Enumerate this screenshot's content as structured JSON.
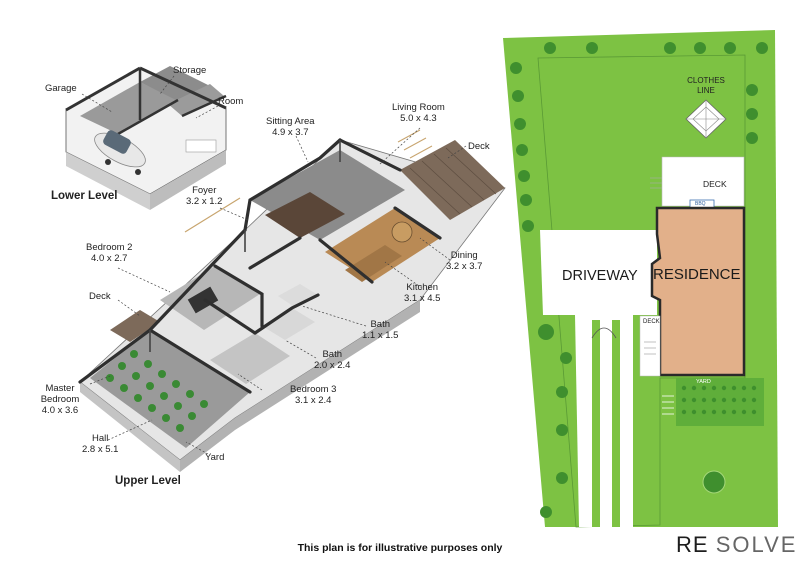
{
  "levels": {
    "lower": "Lower Level",
    "upper": "Upper Level"
  },
  "rooms": {
    "garage": "Garage",
    "storage": "Storage",
    "room": "Room",
    "sitting": {
      "name": "Sitting Area",
      "size": "4.9 x 3.7"
    },
    "living": {
      "name": "Living Room",
      "size": "5.0 x 4.3"
    },
    "deck_top": "Deck",
    "foyer": {
      "name": "Foyer",
      "size": "3.2 x 1.2"
    },
    "bedroom2": {
      "name": "Bedroom 2",
      "size": "4.0 x 2.7"
    },
    "dining": {
      "name": "Dining",
      "size": "3.2 x 3.7"
    },
    "kitchen": {
      "name": "Kitchen",
      "size": "3.1 x 4.5"
    },
    "deck_left": "Deck",
    "bath1": {
      "name": "Bath",
      "size": "1.1 x 1.5"
    },
    "bath2": {
      "name": "Bath",
      "size": "2.0 x 2.4"
    },
    "master": {
      "name": "Master Bedroom",
      "size": "4.0 x 3.6"
    },
    "bedroom3": {
      "name": "Bedroom 3",
      "size": "3.1 x 2.4"
    },
    "hall": {
      "name": "Hall",
      "size": "2.8 x 5.1"
    },
    "yard": "Yard"
  },
  "siteplan": {
    "clothes_line": "CLOTHES LINE",
    "deck": "DECK",
    "bbq": "BBQ",
    "driveway": "DRIVEWAY",
    "residence": "RESIDENCE",
    "deck_small": "DECK",
    "yard": "YARD"
  },
  "colors": {
    "lawn": "#7dc243",
    "tree": "#3f8f2e",
    "residence": "#e2b08a",
    "paving": "#ffffff",
    "floor": "#8a8a8a",
    "wall": "#3a3a3a"
  },
  "footer": {
    "disclaimer": "This plan is for illustrative purposes only",
    "logo_bold": "RE",
    "logo_light": "SOLVE"
  }
}
